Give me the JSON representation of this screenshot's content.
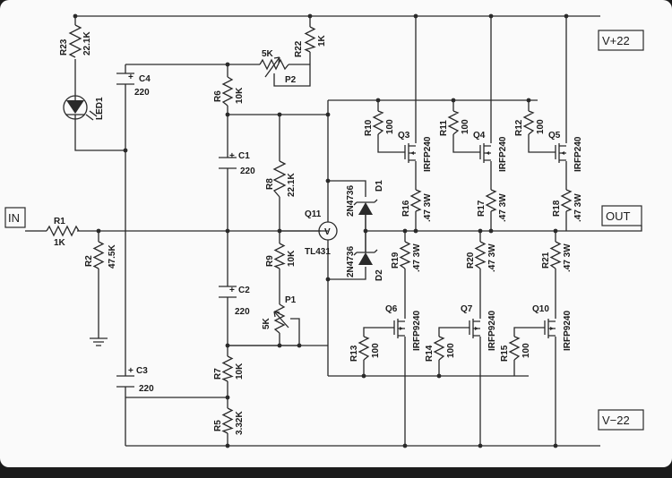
{
  "ports": {
    "in": "IN",
    "out": "OUT",
    "vpos": "V+22",
    "vneg": "V−22"
  },
  "resistors": {
    "r1": {
      "ref": "R1",
      "val": "1K"
    },
    "r2": {
      "ref": "R2",
      "val": "47.5K"
    },
    "r5": {
      "ref": "R5",
      "val": "3.32K"
    },
    "r6": {
      "ref": "R6",
      "val": "10K"
    },
    "r7": {
      "ref": "R7",
      "val": "10K"
    },
    "r8": {
      "ref": "R8",
      "val": "22.1K"
    },
    "r9": {
      "ref": "R9",
      "val": "10K"
    },
    "r10": {
      "ref": "R10",
      "val": "100"
    },
    "r11": {
      "ref": "R11",
      "val": "100"
    },
    "r12": {
      "ref": "R12",
      "val": "100"
    },
    "r13": {
      "ref": "R13",
      "val": "100"
    },
    "r14": {
      "ref": "R14",
      "val": "100"
    },
    "r15": {
      "ref": "R15",
      "val": "100"
    },
    "r16": {
      "ref": "R16",
      "val": ".47 3W"
    },
    "r17": {
      "ref": "R17",
      "val": ".47 3W"
    },
    "r18": {
      "ref": "R18",
      "val": ".47 3W"
    },
    "r19": {
      "ref": "R19",
      "val": ".47 3W"
    },
    "r20": {
      "ref": "R20",
      "val": ".47 3W"
    },
    "r21": {
      "ref": "R21",
      "val": ".47 3W"
    },
    "r22": {
      "ref": "R22",
      "val": "1K"
    },
    "r23": {
      "ref": "R23",
      "val": "22.1K"
    }
  },
  "pots": {
    "p1": {
      "ref": "P1",
      "val": "5K"
    },
    "p2": {
      "ref": "P2",
      "val": "5K"
    }
  },
  "capacitors": {
    "c1": {
      "ref": "C1",
      "val": "220"
    },
    "c2": {
      "ref": "C2",
      "val": "220"
    },
    "c3": {
      "ref": "C3",
      "val": "220"
    },
    "c4": {
      "ref": "C4",
      "val": "220"
    }
  },
  "led": {
    "ref": "LED1"
  },
  "zeners": {
    "d1": {
      "ref": "D1",
      "part": "2N4736"
    },
    "d2": {
      "ref": "D2",
      "part": "2N4736"
    }
  },
  "q11": {
    "ref": "Q11",
    "part": "TL431",
    "symbol": "V"
  },
  "mosfets": {
    "q3": {
      "ref": "Q3",
      "part": "IRFP240"
    },
    "q4": {
      "ref": "Q4",
      "part": "IRFP240"
    },
    "q5": {
      "ref": "Q5",
      "part": "IRFP240"
    },
    "q6": {
      "ref": "Q6",
      "part": "IRFP9240"
    },
    "q7": {
      "ref": "Q7",
      "part": "IRFP9240"
    },
    "q10": {
      "ref": "Q10",
      "part": "IRFP9240"
    }
  },
  "cap_polarity": "+"
}
